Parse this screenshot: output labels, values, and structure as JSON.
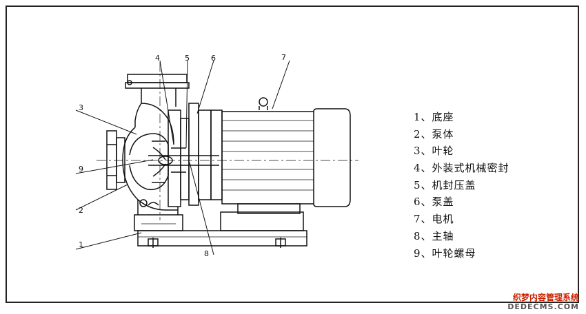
{
  "callouts": [
    "1",
    "2",
    "3",
    "4",
    "5",
    "6",
    "7",
    "8",
    "9"
  ],
  "legend": [
    "1、底座",
    "2、泵体",
    "3、叶轮",
    "4、外装式机械密封",
    "5、机封压盖",
    "6、泵盖",
    "7、电机",
    "8、主轴",
    "9、叶轮螺母"
  ],
  "watermark": {
    "cn": "织梦内容管理系统",
    "en": "DEDECMS.COM"
  }
}
